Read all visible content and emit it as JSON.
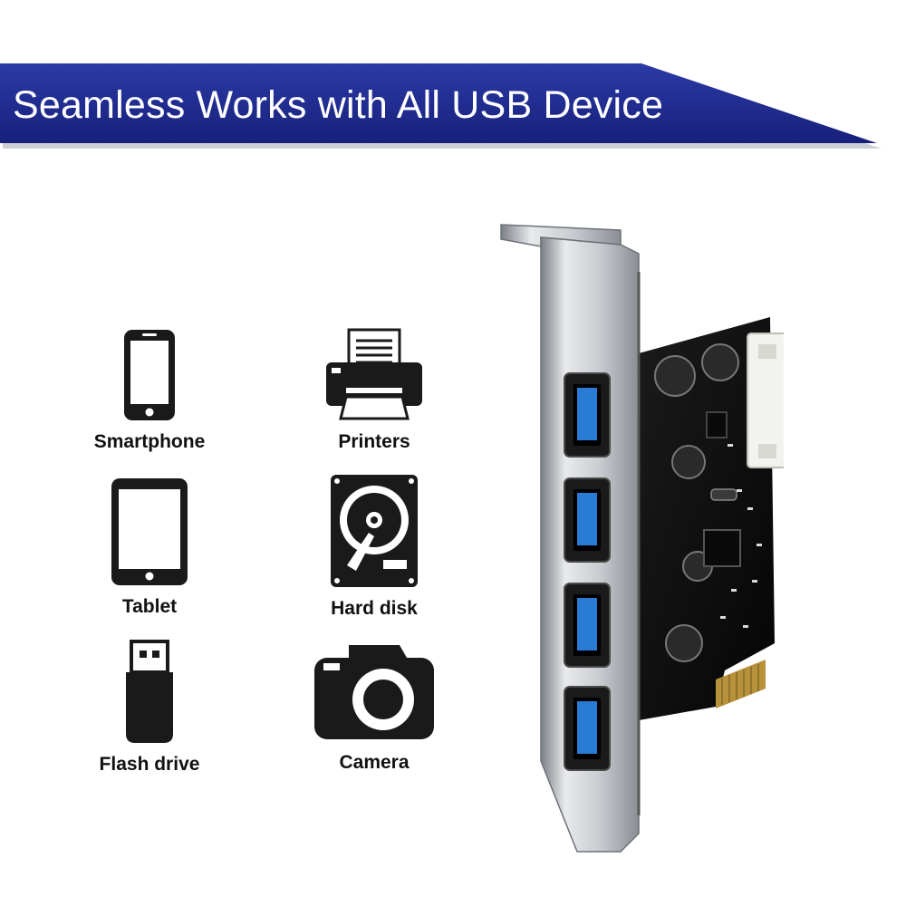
{
  "banner": {
    "title": "Seamless Works with All USB Device",
    "color": "#1e2a8e"
  },
  "devices": [
    {
      "label": "Smartphone",
      "icon": "smartphone-icon"
    },
    {
      "label": "Printers",
      "icon": "printer-icon"
    },
    {
      "label": "Tablet",
      "icon": "tablet-icon"
    },
    {
      "label": "Hard disk",
      "icon": "hard-disk-icon"
    },
    {
      "label": "Flash drive",
      "icon": "flash-drive-icon"
    },
    {
      "label": "Camera",
      "icon": "camera-icon"
    }
  ],
  "product": {
    "icon": "usb-pcie-card-icon",
    "port_color": "#2a7bd6"
  }
}
